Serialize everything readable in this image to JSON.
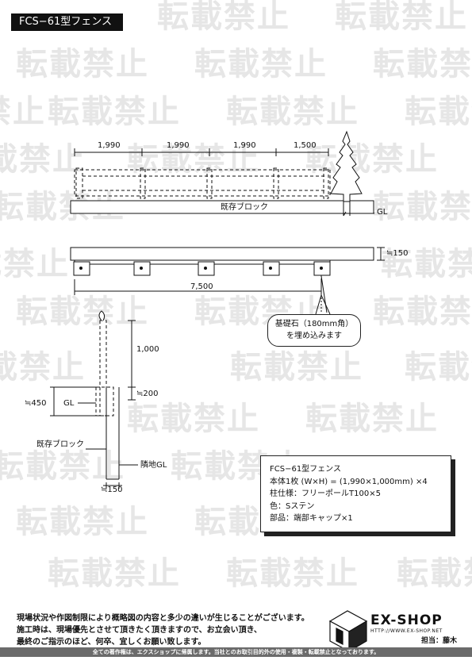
{
  "title": "FCS−61型フェンス",
  "watermark": "転載禁止",
  "elevation": {
    "spans": [
      "1,990",
      "1,990",
      "1,990",
      "1,500"
    ],
    "block_label": "既存ブロック",
    "gl_label": "GL"
  },
  "plan": {
    "total": "7,500",
    "width": "≒150"
  },
  "callout": {
    "line1": "基礎石（180mm角）",
    "line2": "を埋め込みます"
  },
  "section": {
    "height": "1,000",
    "embed": "≒200",
    "depth": "≒450",
    "gl_label": "GL",
    "block_label": "既存ブロック",
    "neighbor_gl": "隣地GL",
    "width": "≒150"
  },
  "spec": {
    "name": "FCS−61型フェンス",
    "body": "本体1枚 (W×H) = (1,990×1,000mm) ×4",
    "post": "柱仕様：フリーポールT100×5",
    "color": "色：Sステン",
    "parts": "部品：端部キャップ×1"
  },
  "notes": {
    "line1": "現場状況や作図制限により概略図の内容と多少の違いが生じることがございます。",
    "line2": "施工時は、現場優先とさせて頂きたく頂きますので、お立会い頂き、",
    "line3": "最終のご指示のほど、何卒、宜しくお願い致します。"
  },
  "logo": {
    "name": "EX-SHOP",
    "url": "HTTP://WWW.EX-SHOP.NET",
    "person": "担当：藤木"
  },
  "footer": "全ての著作権は、エクスショップに帰属します。当社とのお取引目的外の使用・複製・転載禁止となっております。"
}
